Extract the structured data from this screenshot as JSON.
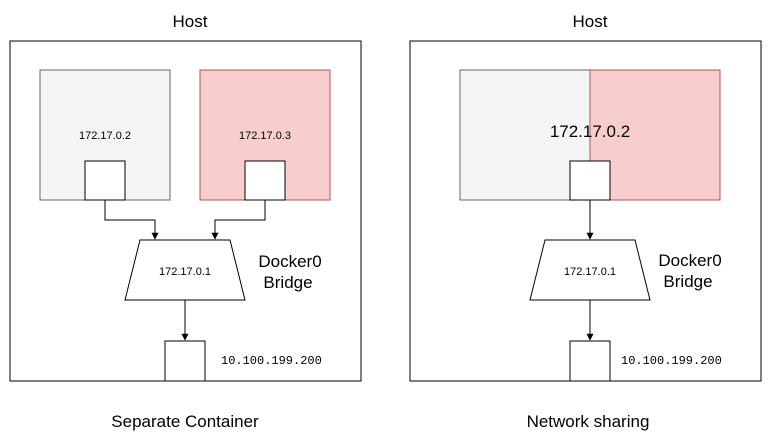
{
  "colors": {
    "stroke": "#000000",
    "container_gray_fill": "#f5f5f5",
    "container_gray_stroke": "#666666",
    "container_red_fill": "#f8cecc",
    "container_red_stroke": "#b85450",
    "background": "#ffffff"
  },
  "left": {
    "host_title": "Host",
    "container_a_ip": "172.17.0.2",
    "container_b_ip": "172.17.0.3",
    "bridge_ip": "172.17.0.1",
    "bridge_name_line1": "Docker0",
    "bridge_name_line2": "Bridge",
    "host_ip": "10.100.199.200",
    "caption": "Separate Container"
  },
  "right": {
    "host_title": "Host",
    "shared_container_ip": "172.17.0.2",
    "bridge_ip": "172.17.0.1",
    "bridge_name_line1": "Docker0",
    "bridge_name_line2": "Bridge",
    "host_ip": "10.100.199.200",
    "caption": "Network sharing"
  }
}
